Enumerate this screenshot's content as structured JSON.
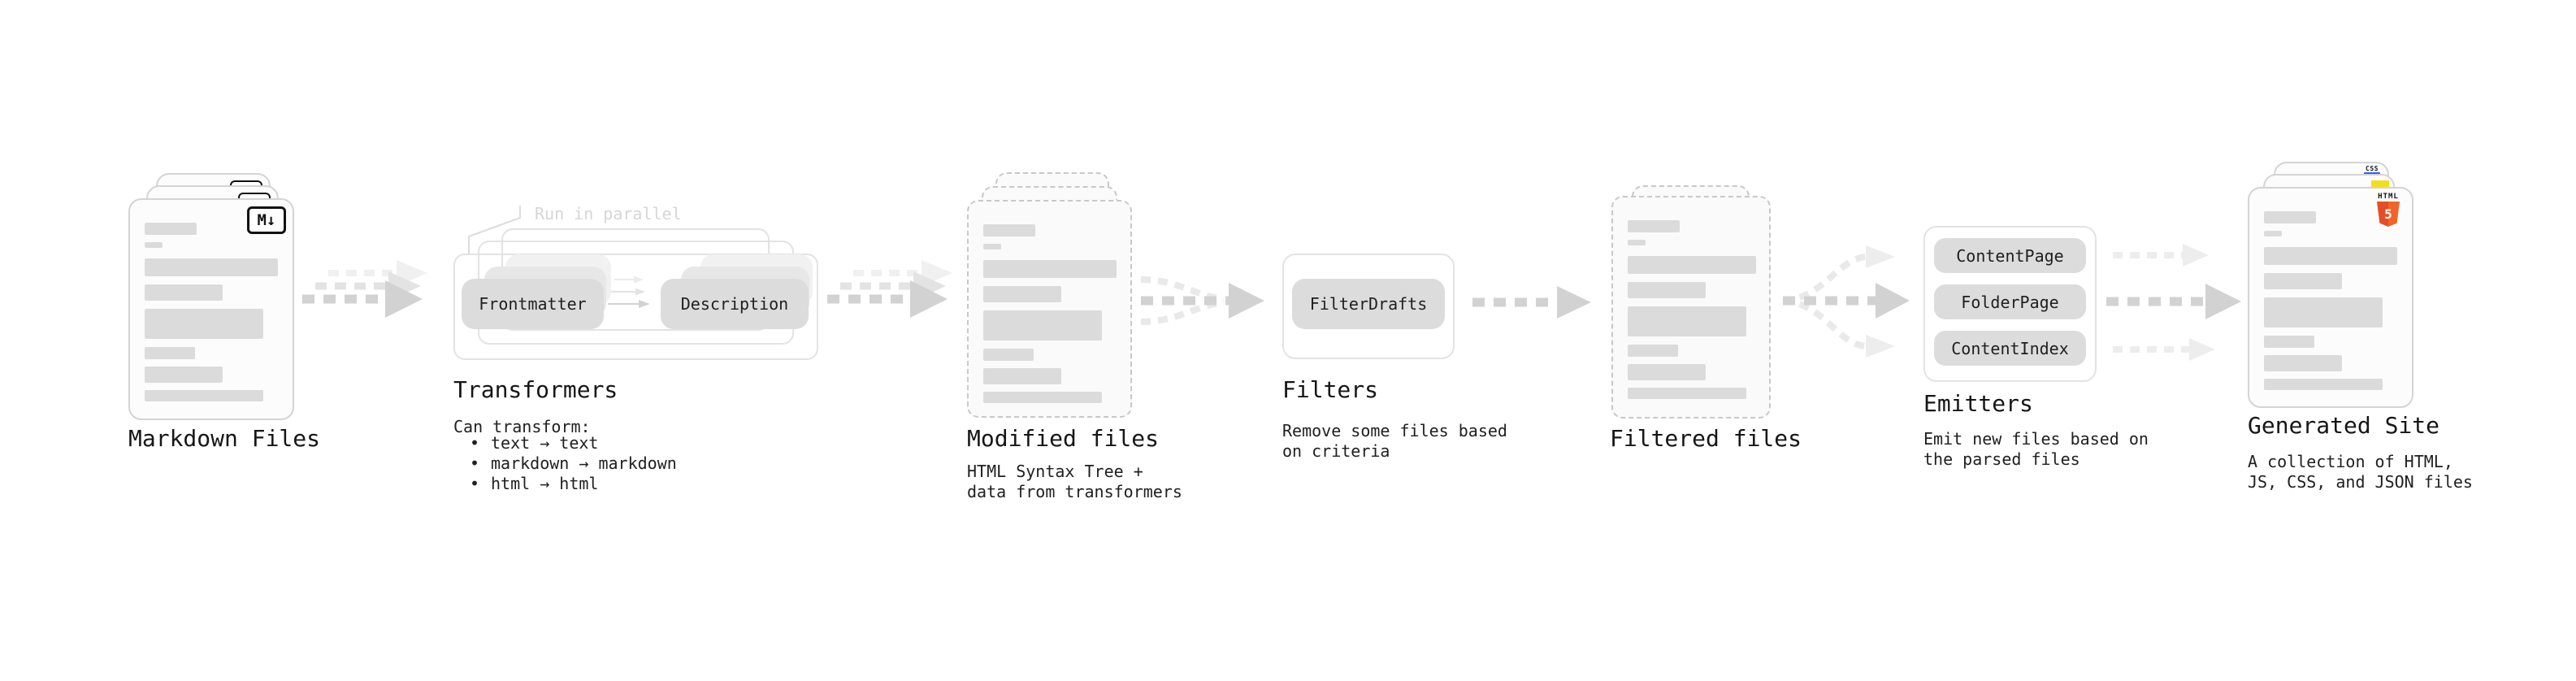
{
  "diagram_type": "static-site-generator pipeline flow diagram",
  "colors": {
    "background": "#ffffff",
    "card_border": "#d4d4d4",
    "card_bg": "#fcfcfc",
    "dashed_border": "#c8c8c8",
    "placeholder_bar": "#dbdbdb",
    "pill_bg": "#dcdcdc",
    "outline_box_border": "#e3e3e3",
    "arrow_dark": "#d2d2d2",
    "arrow_mid": "#e3e3e3",
    "arrow_light": "#f0f0f0",
    "annotation_gray": "#d6d6d6",
    "text_primary": "#161616",
    "html5_orange": "#e44d26",
    "js_yellow": "#f5de19",
    "css_blue": "#2965f1"
  },
  "stages": {
    "markdown_files": {
      "label": "Markdown Files",
      "badge": "M↓"
    },
    "transformers": {
      "label": "Transformers",
      "annotation": "Run in parallel",
      "pills": [
        "Frontmatter",
        "Description"
      ],
      "desc_title": "Can transform:",
      "bullet": "•",
      "bullets": [
        "text → text",
        "markdown → markdown",
        "html → html"
      ]
    },
    "modified_files": {
      "label": "Modified files",
      "desc": [
        "HTML Syntax Tree +",
        "data from transformers"
      ]
    },
    "filters": {
      "label": "Filters",
      "pills": [
        "FilterDrafts"
      ],
      "desc": [
        "Remove some files based",
        "on criteria"
      ]
    },
    "filtered_files": {
      "label": "Filtered files"
    },
    "emitters": {
      "label": "Emitters",
      "pills": [
        "ContentPage",
        "FolderPage",
        "ContentIndex"
      ],
      "desc": [
        "Emit new files based on",
        "the parsed files"
      ]
    },
    "generated_site": {
      "label": "Generated Site",
      "desc": [
        "A collection of HTML,",
        "JS, CSS, and JSON files"
      ],
      "badges": {
        "css": "CSS",
        "html": "HTML",
        "html_number": "5"
      }
    }
  }
}
